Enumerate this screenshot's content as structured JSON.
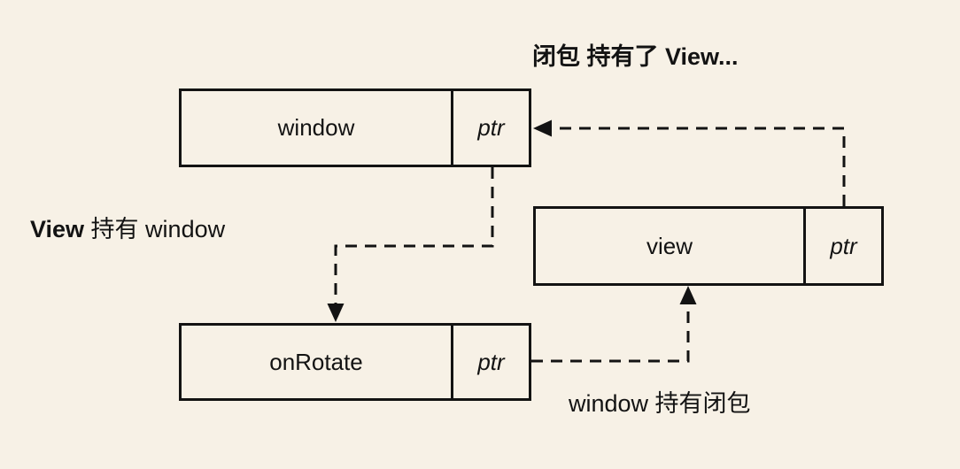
{
  "colors": {
    "background": "#f7f1e6",
    "ink": "#131313"
  },
  "boxes": {
    "window": {
      "label": "window",
      "ptr_label": "ptr"
    },
    "view": {
      "label": "view",
      "ptr_label": "ptr"
    },
    "onRotate": {
      "label": "onRotate",
      "ptr_label": "ptr"
    }
  },
  "annotations": {
    "closure_holds_view": "闭包 持有了 View...",
    "view_holds_window_bold": "View",
    "view_holds_window_rest": " 持有 window",
    "window_holds_closure": "window 持有闭包"
  },
  "edges": [
    {
      "from": "view.ptr",
      "to": "window",
      "style": "dashed-arrow"
    },
    {
      "from": "window.ptr",
      "to": "onRotate",
      "style": "dashed-arrow"
    },
    {
      "from": "onRotate.ptr",
      "to": "view",
      "style": "dashed-arrow"
    }
  ]
}
